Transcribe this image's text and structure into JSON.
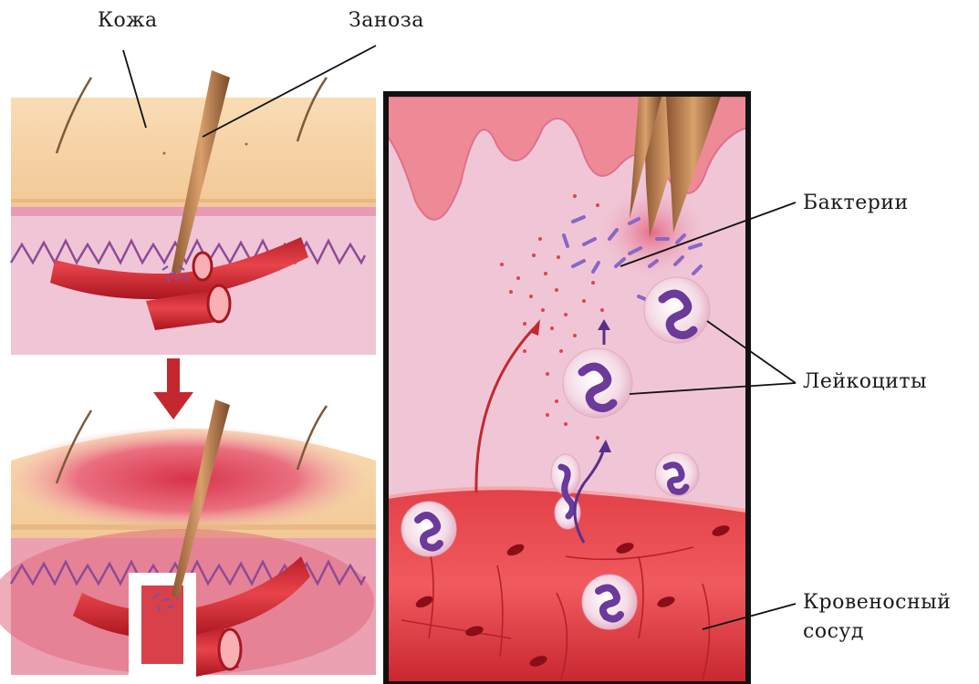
{
  "labels": {
    "skin": "Кожа",
    "splinter": "Заноза",
    "bacteria": "Бактерии",
    "leukocytes": "Лейкоциты",
    "vessel_line1": "Кровеносный",
    "vessel_line2": "сосуд"
  },
  "colors": {
    "skin": "#f7d2a6",
    "tissue": "#f0c6d6",
    "vessel": "#d9363e",
    "splinter": "#b47a52",
    "leukocyte_nucleus": "#6b3a9a",
    "arrow_red": "#c4282e",
    "frame": "#111111"
  }
}
